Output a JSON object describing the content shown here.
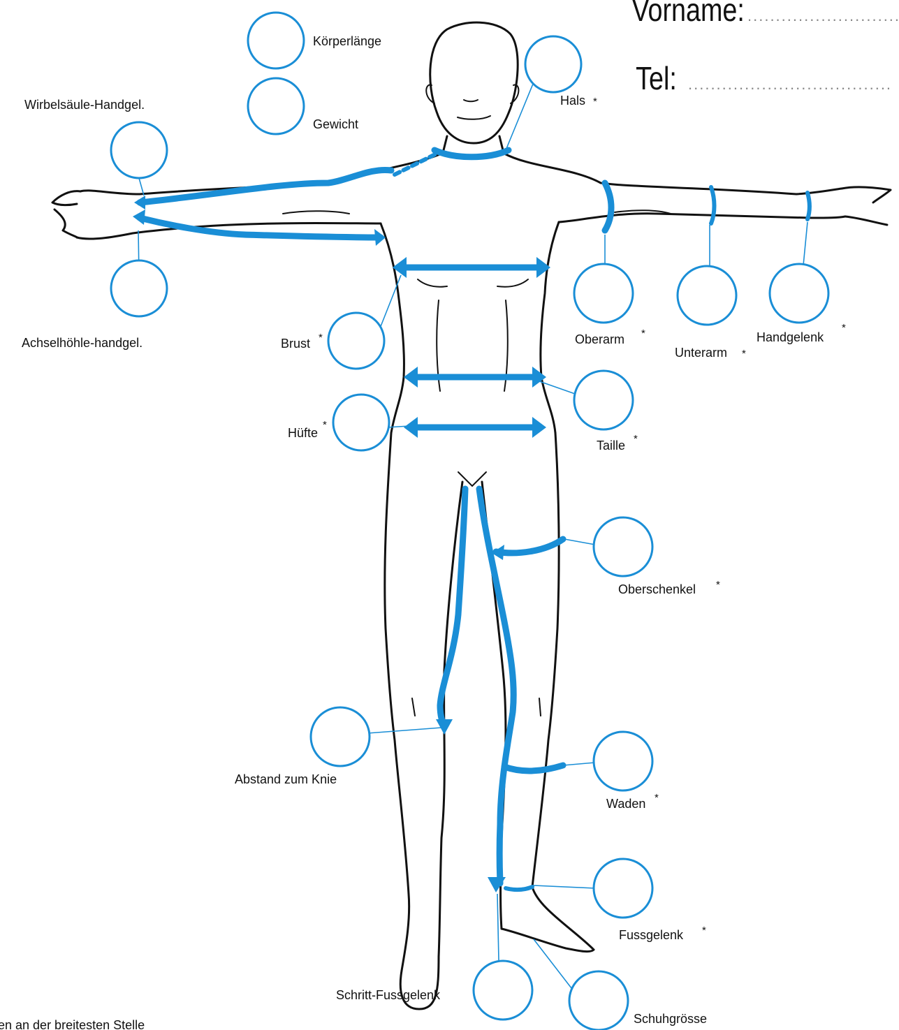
{
  "header": {
    "vorname_label": "Vorname:",
    "vorname_dots": "..............................",
    "tel_label": "Tel:",
    "tel_dots": "...................................."
  },
  "footer_note": "en an der breitesten Stelle",
  "accent_color": "#1a8ed6",
  "fields": [
    {
      "key": "koerperlaenge",
      "label": "Körperlänge",
      "required": false
    },
    {
      "key": "gewicht",
      "label": "Gewicht",
      "required": false
    },
    {
      "key": "hals",
      "label": "Hals",
      "required": true
    },
    {
      "key": "wirbelsaeule",
      "label": "Wirbelsäule-Handgel.",
      "required": false
    },
    {
      "key": "achselhoehle",
      "label": "Achselhöhle-handgel.",
      "required": false
    },
    {
      "key": "brust",
      "label": "Brust",
      "required": true
    },
    {
      "key": "oberarm",
      "label": "Oberarm",
      "required": true
    },
    {
      "key": "unterarm",
      "label": "Unterarm",
      "required": true
    },
    {
      "key": "handgelenk",
      "label": "Handgelenk",
      "required": true
    },
    {
      "key": "taille",
      "label": "Taille",
      "required": true
    },
    {
      "key": "huefte",
      "label": "Hüfte",
      "required": true
    },
    {
      "key": "oberschenkel",
      "label": "Oberschenkel",
      "required": true
    },
    {
      "key": "abstand_knie",
      "label": "Abstand zum Knie",
      "required": false
    },
    {
      "key": "waden",
      "label": "Waden",
      "required": true
    },
    {
      "key": "fussgelenk",
      "label": "Fussgelenk",
      "required": true
    },
    {
      "key": "schritt_fussgelenk",
      "label": "Schritt-Fussgelenk",
      "required": false
    },
    {
      "key": "schuhgroesse",
      "label": "Schuhgrösse",
      "required": false
    }
  ],
  "asterisk": "*"
}
